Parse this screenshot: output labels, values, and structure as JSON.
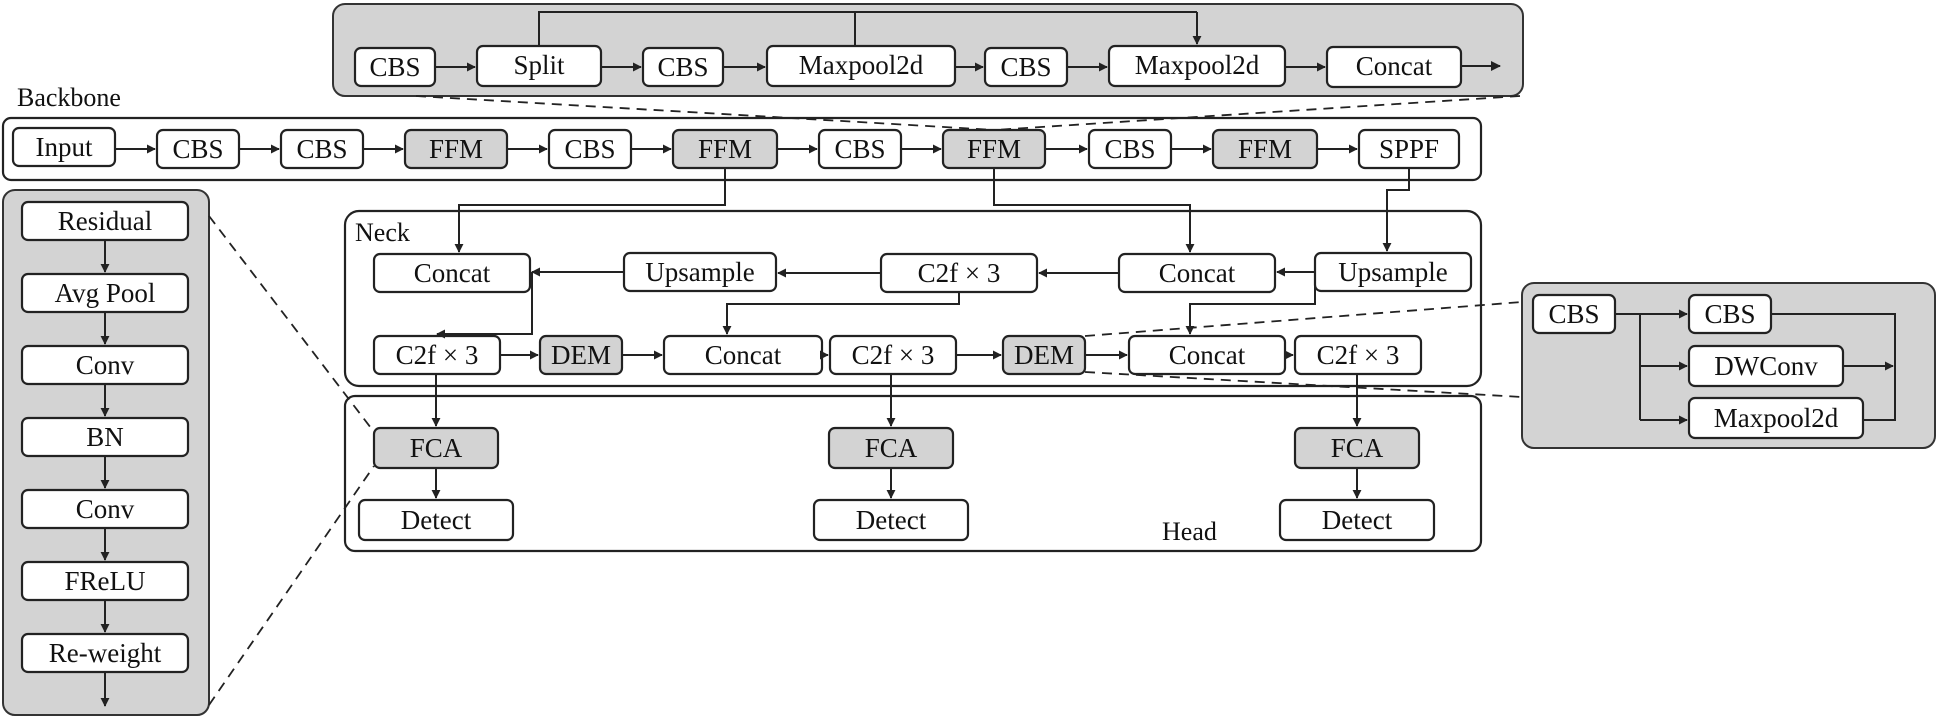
{
  "sections": {
    "backbone": "Backbone",
    "neck": "Neck",
    "head": "Head"
  },
  "nodes": {
    "ffm_cbs1": "CBS",
    "ffm_split": "Split",
    "ffm_cbs2": "CBS",
    "ffm_maxpool1": "Maxpool2d",
    "ffm_cbs3": "CBS",
    "ffm_maxpool2": "Maxpool2d",
    "ffm_concat": "Concat",
    "bb_input": "Input",
    "bb_cbs1": "CBS",
    "bb_cbs2": "CBS",
    "bb_ffm1": "FFM",
    "bb_cbs3": "CBS",
    "bb_ffm2": "FFM",
    "bb_cbs4": "CBS",
    "bb_ffm3": "FFM",
    "bb_cbs5": "CBS",
    "bb_ffm4": "FFM",
    "bb_sppf": "SPPF",
    "fca_residual": "Residual",
    "fca_avgpool": "Avg Pool",
    "fca_conv1": "Conv",
    "fca_bn": "BN",
    "fca_conv2": "Conv",
    "fca_frelu": "FReLU",
    "fca_reweight": "Re-weight",
    "nk_concat1": "Concat",
    "nk_upsample1": "Upsample",
    "nk_c2f_top": "C2f × 3",
    "nk_concat_top": "Concat",
    "nk_upsample2": "Upsample",
    "nk_c2f1": "C2f × 3",
    "nk_dem1": "DEM",
    "nk_concat2": "Concat",
    "nk_c2f2": "C2f × 3",
    "nk_dem2": "DEM",
    "nk_concat3": "Concat",
    "nk_c2f3": "C2f × 3",
    "dem_cbs_in": "CBS",
    "dem_cbs": "CBS",
    "dem_dwconv": "DWConv",
    "dem_maxpool": "Maxpool2d",
    "hd_fca1": "FCA",
    "hd_detect1": "Detect",
    "hd_fca2": "FCA",
    "hd_detect2": "Detect",
    "hd_fca3": "FCA",
    "hd_detect3": "Detect"
  }
}
